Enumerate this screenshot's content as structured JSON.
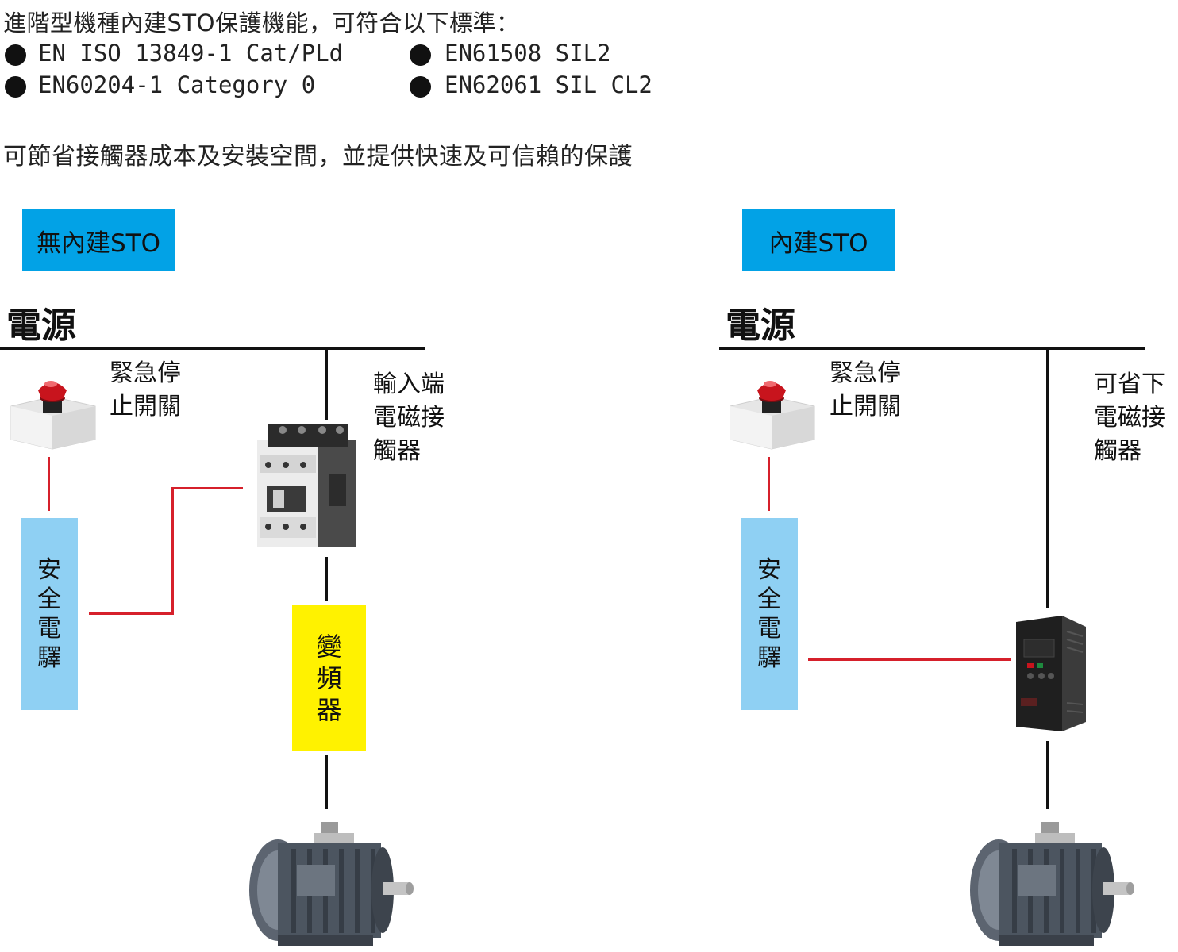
{
  "intro": "進階型機種內建STO保護機能，可符合以下標準：",
  "standards": [
    "EN ISO 13849-1 Cat/PLd",
    "EN61508 SIL2",
    "EN60204-1 Category 0",
    "EN62061 SIL CL2"
  ],
  "benefit": "可節省接觸器成本及安裝空間，並提供快速及可信賴的保護",
  "left": {
    "tag": "無內建STO",
    "power": "電源",
    "estop_label": "緊急停\n止開關",
    "contactor_label": "輸入端\n電磁接\n觸器",
    "relay_chars": [
      "安",
      "全",
      "電",
      "驛"
    ],
    "vfd_chars": [
      "變",
      "頻",
      "器"
    ]
  },
  "right": {
    "tag": "內建STO",
    "power": "電源",
    "estop_label": "緊急停\n止開關",
    "saving_label": "可省下\n電磁接\n觸器",
    "relay_chars": [
      "安",
      "全",
      "電",
      "驛"
    ]
  },
  "colors": {
    "tag": "#02a2e6",
    "relay": "#8fd0f3",
    "vfd": "#fff200",
    "wire_red": "#d6202b"
  },
  "icons": [
    "emergency-stop-icon",
    "contactor-icon",
    "motor-icon",
    "inverter-icon"
  ]
}
